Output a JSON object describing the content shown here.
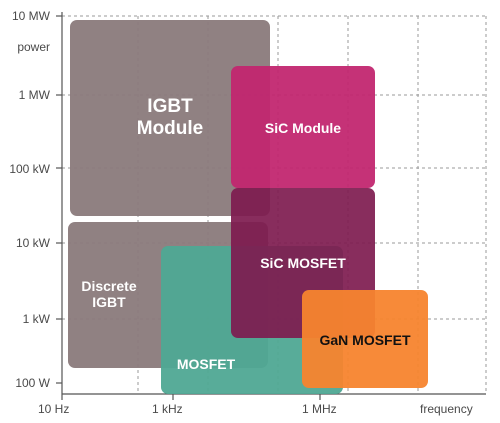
{
  "axes": {
    "y_title": "power",
    "x_title": "frequency",
    "y_ticks": [
      "10 MW",
      "1 MW",
      "100 kW",
      "10 kW",
      "1 kW",
      "100 W"
    ],
    "x_ticks": [
      "10 Hz",
      "1 kHz",
      "1 MHz"
    ]
  },
  "regions": {
    "igbt_module": {
      "line1": "IGBT",
      "line2": "Module",
      "color": "#8a7a7b"
    },
    "discrete_igbt": {
      "line1": "Discrete",
      "line2": "IGBT",
      "color": "#8a7a7b"
    },
    "mosfet": {
      "label": "MOSFET",
      "color": "#4fa894"
    },
    "sic_module": {
      "label": "SiC Module",
      "color": "#c1256f"
    },
    "sic_mosfet": {
      "label": "SiC MOSFET",
      "color": "#7e1b4f"
    },
    "gan_mosfet": {
      "label": "GaN MOSFET",
      "color": "#f7842e"
    }
  },
  "colors": {
    "grid": "#9a9a9a",
    "axis": "#555555"
  }
}
